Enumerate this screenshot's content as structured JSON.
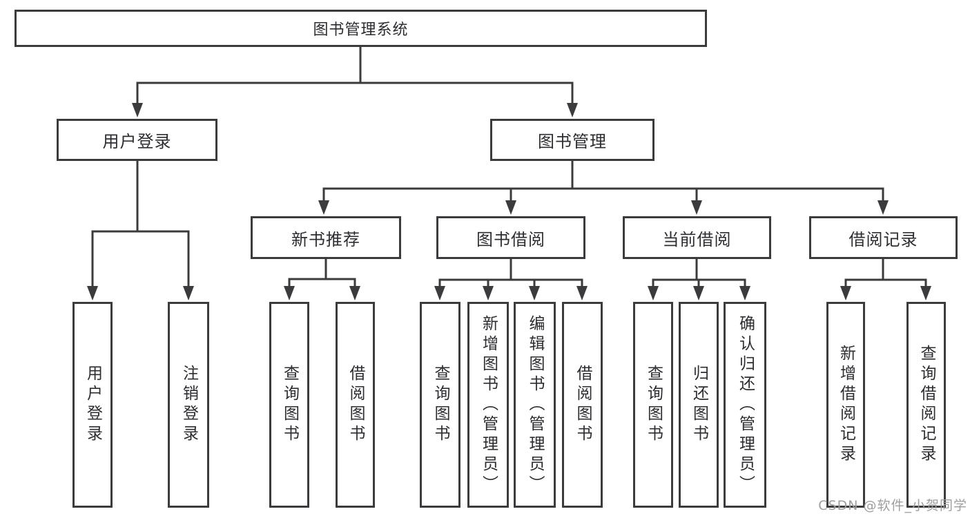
{
  "diagram": {
    "root": {
      "label": "图书管理系统"
    },
    "level2": [
      {
        "label": "用户登录"
      },
      {
        "label": "图书管理"
      }
    ],
    "level3": [
      {
        "label": "新书推荐"
      },
      {
        "label": "图书借阅"
      },
      {
        "label": "当前借阅"
      },
      {
        "label": "借阅记录"
      }
    ],
    "leaves": {
      "user_login": [
        {
          "label": "用户登录"
        },
        {
          "label": "注销登录"
        }
      ],
      "new_book": [
        {
          "label": "查询图书"
        },
        {
          "label": "借阅图书"
        }
      ],
      "book_borrow": [
        {
          "label": "查询图书"
        },
        {
          "label": "新增图书（管理员）"
        },
        {
          "label": "编辑图书（管理员）"
        },
        {
          "label": "借阅图书"
        }
      ],
      "current_borrow": [
        {
          "label": "查询图书"
        },
        {
          "label": "归还图书"
        },
        {
          "label": "确认归还（管理员）"
        }
      ],
      "borrow_records": [
        {
          "label": "新增借阅记录"
        },
        {
          "label": "查询借阅记录"
        }
      ]
    }
  },
  "watermark": {
    "text": "CSDN @软件_小贺同学"
  },
  "colors": {
    "background": "#ffffff",
    "box_border": "#3b3b3d",
    "connector_line": "#3b3b3d",
    "text": "#2d2d31",
    "watermark_text": "#9e9e9e"
  }
}
